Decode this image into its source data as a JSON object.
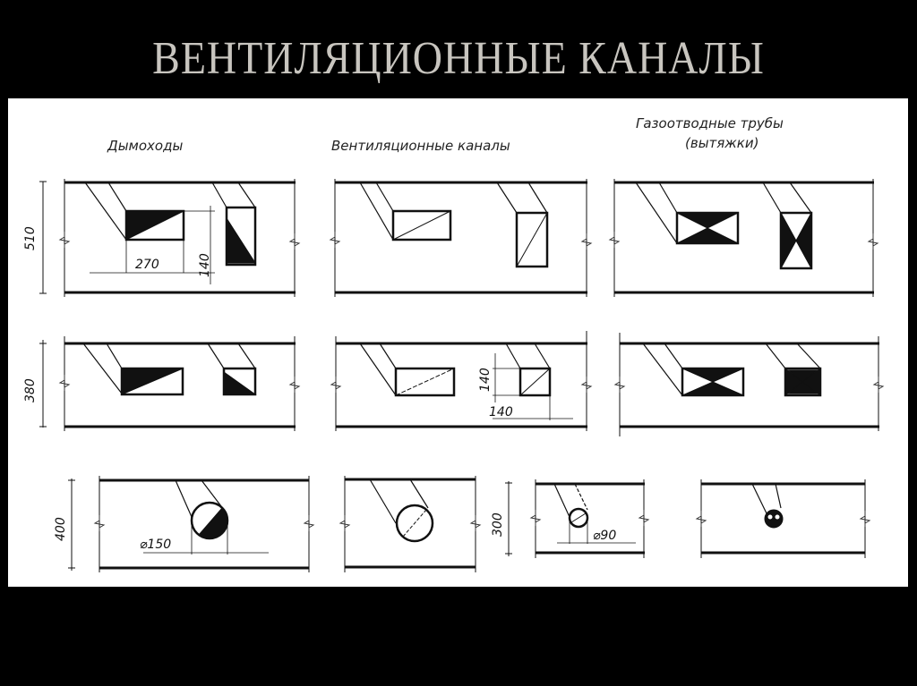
{
  "slide": {
    "title": "ВЕНТИЛЯЦИОННЫЕ КАНАЛЫ"
  },
  "columns": [
    {
      "label": "Дымоходы"
    },
    {
      "label": "Вентиляционные каналы"
    },
    {
      "label_line1": "Газоотводные трубы",
      "label_line2": "(вытяжки)"
    }
  ],
  "rows": [
    {
      "wall_thickness": "510"
    },
    {
      "wall_thickness": "380"
    },
    {
      "wall_thickness": "400",
      "wall_thickness_2": "300"
    }
  ],
  "dimensions": {
    "chimney_width": "270",
    "chimney_height": "140",
    "vent_height": "140",
    "vent_width": "140",
    "round_chimney_diameter": "⌀150",
    "round_vent_diameter": "⌀90"
  },
  "colors": {
    "background": "#000000",
    "title": "#c8c5bf",
    "panel": "#ffffff",
    "ink": "#111111"
  }
}
